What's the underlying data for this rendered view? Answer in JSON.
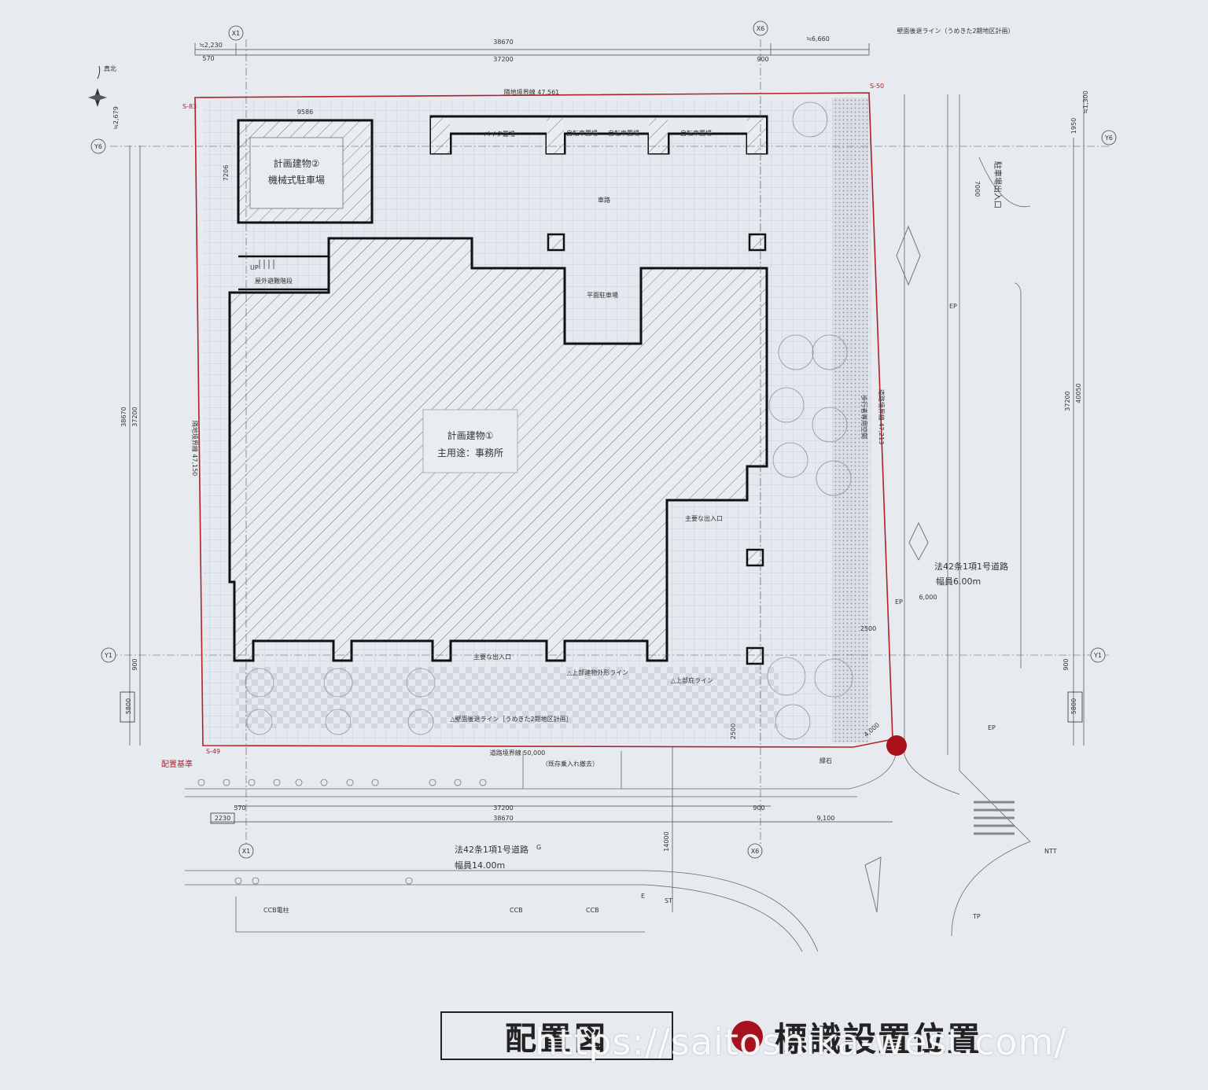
{
  "labels": {
    "building1_name": "計画建物①",
    "building1_use": "主用途：事務所",
    "building2_name": "計画建物②",
    "building2_use": "機械式駐車場",
    "bike_parking": "バイク置場",
    "bicycle_parking1": "自転車置場",
    "bicycle_parking2": "自転車置場",
    "bicycle_parking3": "自転車置場",
    "car_path": "車路",
    "flat_parking": "平面駐車場",
    "outdoor_stairs": "屋外避難階段",
    "up": "UP",
    "main_entrance_south": "主要な出入口",
    "main_entrance_east": "主要な出入口",
    "exterior_wall_line": "△上部建物外形ライン",
    "eave_line": "△上部庇ライン",
    "setback_line_bottom": "△壁面後退ライン［うめきた2期地区計画］",
    "setback_line_top": "壁面後退ライン（うめきた2期地区計画）",
    "sidewalk_space": "歩行者専用空間",
    "placement_base": "配置基準",
    "existing_driveway": "（既存乗入れ撤去）",
    "parking_entrance": "駐車場出入口",
    "curb": "縁石",
    "north": "真北"
  },
  "boundaries": {
    "top": "隣地境界線 47,561",
    "left": "隣地境界線 47,150",
    "right": "道路境界線 47,213",
    "bottom": "道路境界線 50,000"
  },
  "roads": {
    "east_name": "法42条1項1号道路",
    "east_width": "幅員6.00m",
    "south_name": "法42条1項1号道路",
    "south_width": "幅員14.00m"
  },
  "grid": {
    "x1_top": "X1",
    "x6_top": "X6",
    "x1_bottom": "X1",
    "x6_bottom": "X6",
    "y6_left": "Y6",
    "y6_right": "Y6",
    "y1_left": "Y1",
    "y1_right": "Y1"
  },
  "dims": {
    "d2230": "≒2,230",
    "d6660": "≒6,660",
    "d38670_top": "38670",
    "d37200_top": "37200",
    "d570_top": "570",
    "d900_top": "900",
    "d9586": "9586",
    "d7206": "7206",
    "d2679": "≒2,679",
    "d38670_left": "38670",
    "d37200_left": "37200",
    "d900_left": "900",
    "d5800_left": "5800",
    "d1300": "≒1,300",
    "d1950": "1950",
    "d7000": "7000",
    "d37200_right": "37200",
    "d40050": "40050",
    "d900_right": "900",
    "d5800_right": "5800",
    "d6000": "6,000",
    "d2500_a": "2500",
    "d2500_b": "2500",
    "d4000": "4,000",
    "d570_bottom": "570",
    "d37200_bottom": "37200",
    "d900_bottom": "900",
    "d2230_bottom": "2230",
    "d38670_bottom": "38670",
    "d9100": "9,100",
    "d14000": "14000",
    "s83": "S-83",
    "s50": "S-50",
    "s49": "S-49"
  },
  "features": {
    "ep1": "EP",
    "ep2": "EP",
    "ep3": "EP",
    "ccb1": "CCB",
    "ccb2": "CCB",
    "ccb_pole": "CCB電柱",
    "ntt": "NTT",
    "g": "G",
    "e": "E",
    "tp": "TP",
    "st": "ST"
  },
  "title": "配置図",
  "legend_label": "標識設置位置",
  "watermark": "https://saitoshika-west.com/",
  "colors": {
    "boundary_red": "#b3202a",
    "sign_marker": "#a8111b",
    "line": "#222222"
  }
}
